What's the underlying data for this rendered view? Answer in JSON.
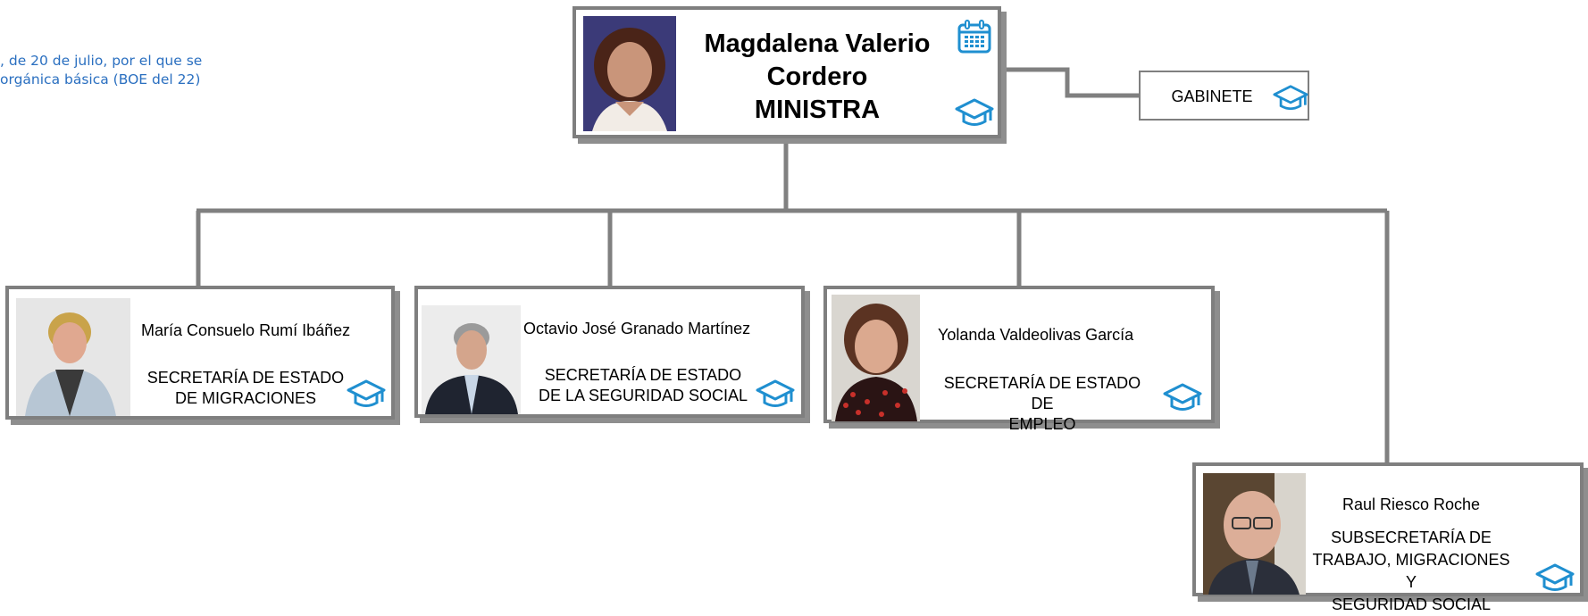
{
  "decree": {
    "line1": ", de 20 de julio, por el que se",
    "line2": " orgánica básica (BOE del 22)"
  },
  "minister": {
    "name_line1": "Magdalena Valerio",
    "name_line2": "Cordero",
    "role": "MINISTRA",
    "icons": [
      "calendar-icon",
      "graduation-cap-icon"
    ]
  },
  "cabinet": {
    "label": "GABINETE",
    "icon": "graduation-cap-icon"
  },
  "units": [
    {
      "id": "migraciones",
      "name": "María  Consuelo Rumí Ibáñez",
      "role_line1": "SECRETARÍA DE ESTADO",
      "role_line2": "DE MIGRACIONES",
      "icon": "graduation-cap-icon"
    },
    {
      "id": "seguridad-social",
      "name": "Octavio José Granado Martínez",
      "role_line1": "SECRETARÍA DE ESTADO",
      "role_line2": "DE LA SEGURIDAD SOCIAL",
      "icon": "graduation-cap-icon"
    },
    {
      "id": "empleo",
      "name": "Yolanda Valdeolivas García",
      "role_line1": "SECRETARÍA DE ESTADO DE",
      "role_line2": "EMPLEO",
      "icon": "graduation-cap-icon"
    },
    {
      "id": "subsecretaria",
      "name": "Raul Riesco Roche",
      "role_line1": "SUBSECRETARÍA DE",
      "role_line2": "TRABAJO, MIGRACIONES Y",
      "role_line3": "SEGURIDAD SOCIAL",
      "icon": "graduation-cap-icon"
    }
  ],
  "colors": {
    "connector": "#808080",
    "box_border": "#7f7f7f",
    "icon": "#1f8fd0",
    "decree_text": "#2a6fc0"
  }
}
